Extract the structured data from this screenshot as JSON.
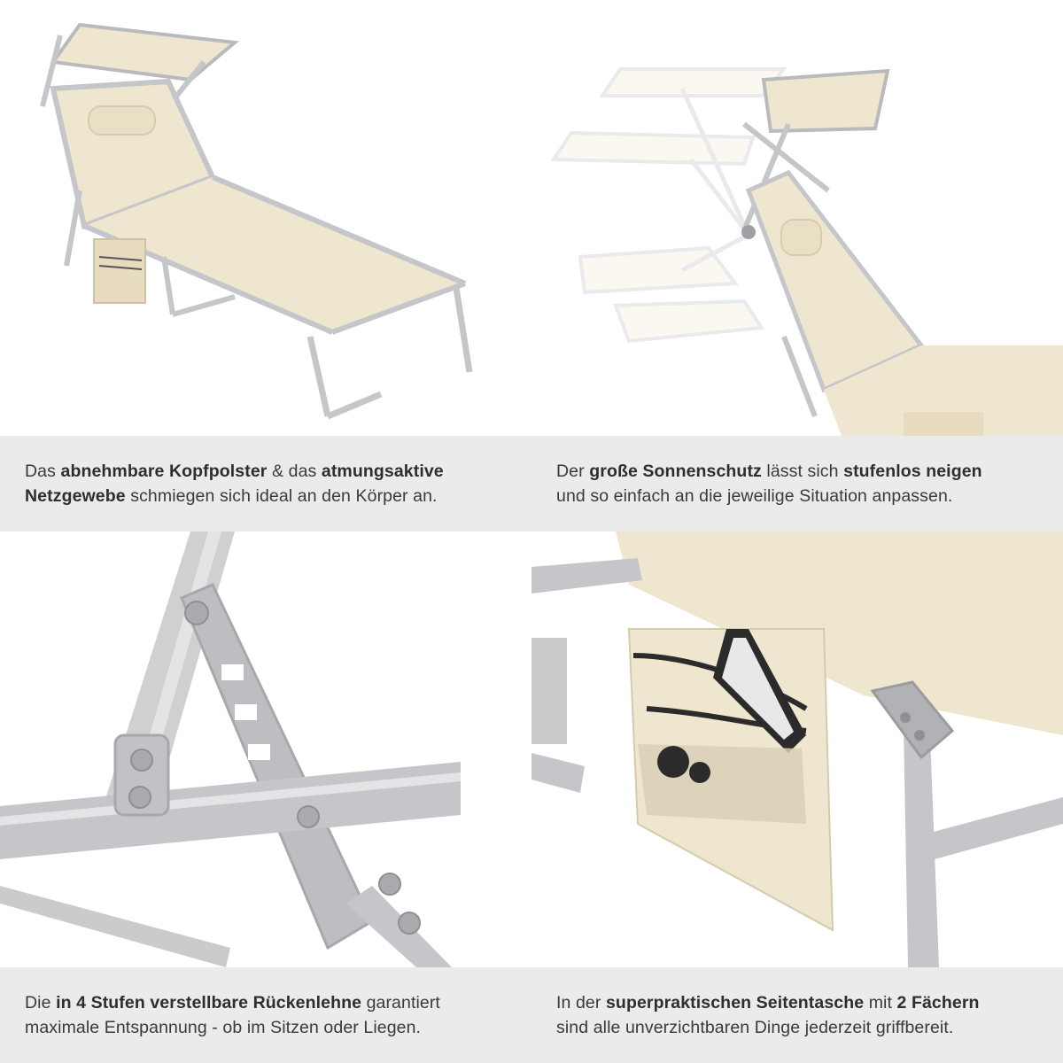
{
  "panels": [
    {
      "caption": {
        "l1_a": "Das ",
        "l1_b": "abnehmbare Kopfpolster",
        "l1_c": " & das ",
        "l1_d": "atmungsaktive",
        "l2_a": "Netzgewebe",
        "l2_b": " schmiegen sich ideal an den Körper an."
      }
    },
    {
      "caption": {
        "l1_a": "Der ",
        "l1_b": "große Sonnenschutz",
        "l1_c": " lässt sich ",
        "l1_d": "stufenlos neigen",
        "l2_a": "und so einfach an die jeweilige Situation anpassen."
      }
    },
    {
      "caption": {
        "l1_a": "Die ",
        "l1_b": "in 4 Stufen verstellbare Rückenlehne",
        "l1_c": " garantiert",
        "l2_a": "maximale Entspannung - ob im Sitzen oder Liegen."
      }
    },
    {
      "caption": {
        "l1_a": "In der ",
        "l1_b": "superpraktischen Seitentasche",
        "l1_c": " mit ",
        "l1_d": "2 Fächern",
        "l2_a": "sind alle unverzichtbaren Dinge jederzeit griffbereit."
      }
    }
  ],
  "colors": {
    "fabric": "#efe6cf",
    "frame": "#c4c6c9",
    "caption_bg": "#ebebeb",
    "text": "#3a3a3a"
  },
  "icons": [
    "sun-lounger-image",
    "sunshade-angles-image",
    "backrest-hinge-image",
    "side-pocket-image"
  ]
}
